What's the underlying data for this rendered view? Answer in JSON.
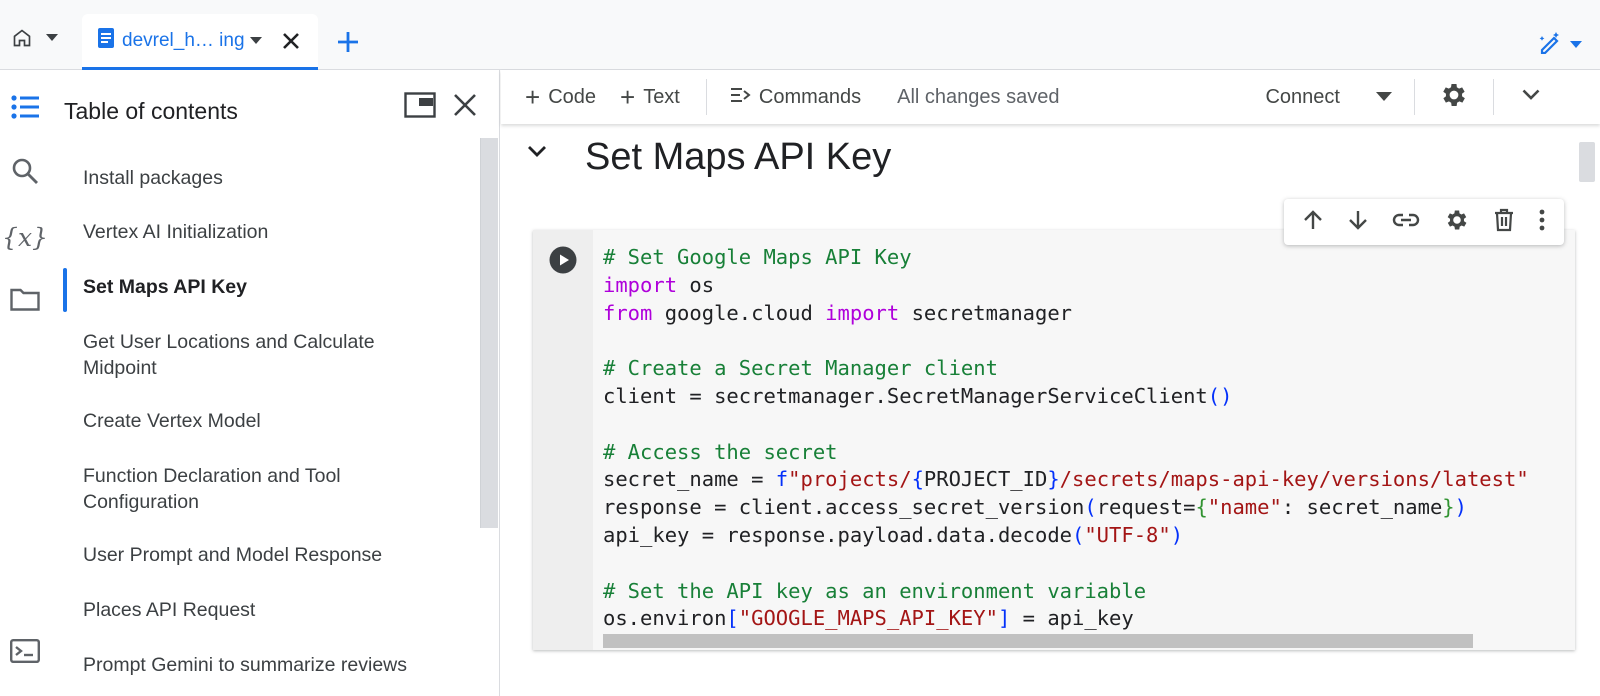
{
  "tabs": {
    "active_title": "devrel_h…  ing"
  },
  "toc": {
    "title": "Table of contents",
    "items": [
      {
        "label": "Install packages"
      },
      {
        "label": "Vertex AI Initialization"
      },
      {
        "label": "Set Maps API Key",
        "active": true
      },
      {
        "label": "Get User Locations and Calculate Midpoint"
      },
      {
        "label": "Create Vertex Model"
      },
      {
        "label": "Function Declaration and Tool Configuration"
      },
      {
        "label": "User Prompt and Model Response"
      },
      {
        "label": "Places API Request"
      },
      {
        "label": "Prompt Gemini to summarize reviews"
      }
    ]
  },
  "toolbar": {
    "code_label": "Code",
    "text_label": "Text",
    "commands_label": "Commands",
    "status": "All changes saved",
    "connect_label": "Connect"
  },
  "section": {
    "title": "Set Maps API Key"
  },
  "code_cell": {
    "lines": [
      "# Set Google Maps API Key",
      "import os",
      "from google.cloud import secretmanager",
      "",
      "# Create a Secret Manager client",
      "client = secretmanager.SecretManagerServiceClient()",
      "",
      "# Access the secret",
      "secret_name = f\"projects/{PROJECT_ID}/secrets/maps-api-key/versions/latest\"",
      "response = client.access_secret_version(request={\"name\": secret_name})",
      "api_key = response.payload.data.decode(\"UTF-8\")",
      "",
      "# Set the API key as an environment variable",
      "os.environ[\"GOOGLE_MAPS_API_KEY\"] = api_key"
    ]
  },
  "icons": {
    "home": "home-icon",
    "doc": "notebook-doc-icon",
    "close": "close-icon",
    "add": "plus-icon",
    "assist": "magic-pen-icon",
    "toc": "list-icon",
    "search": "search-icon",
    "variables": "variables-icon",
    "files": "folder-icon",
    "terminal": "terminal-icon",
    "settings": "gear-icon",
    "run": "play-icon",
    "move_up": "arrow-up-icon",
    "move_down": "arrow-down-icon",
    "link": "link-icon",
    "delete": "trash-icon",
    "more": "more-vert-icon"
  },
  "colors": {
    "accent": "#1a73e8",
    "comment": "#188038",
    "keyword": "#af00db",
    "string": "#a31515",
    "bracket": "#0431fa"
  }
}
